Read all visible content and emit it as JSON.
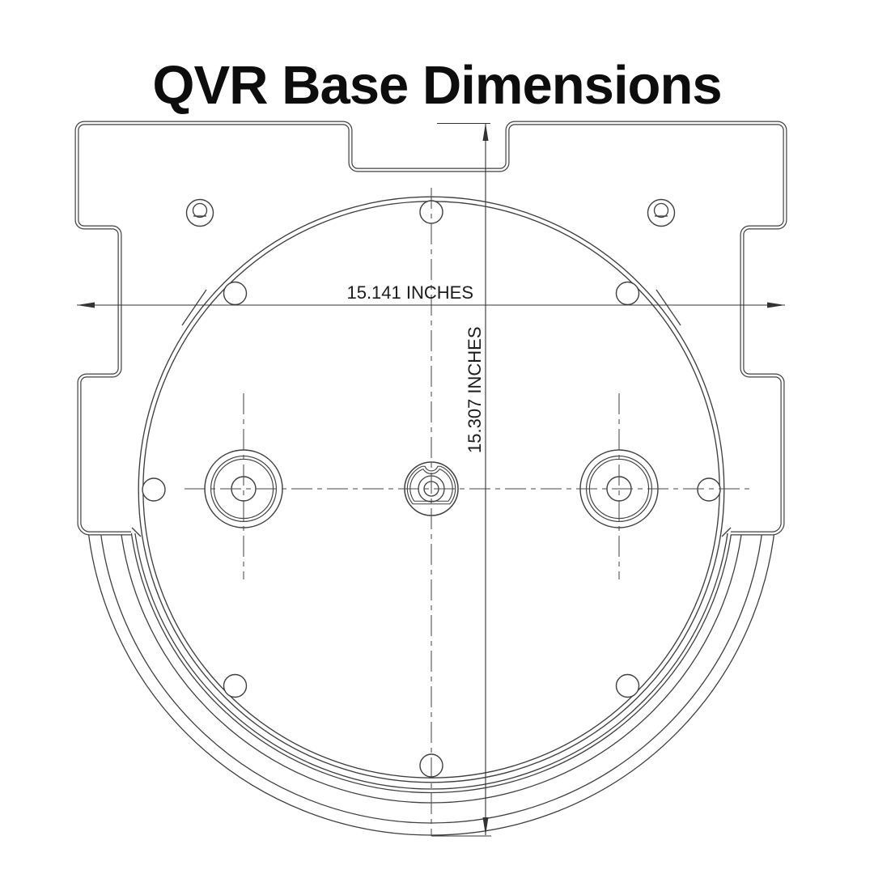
{
  "title": "QVR Base Dimensions",
  "drawing": {
    "type": "technical-drawing",
    "units": "INCHES",
    "part": "QVR Base"
  },
  "dimensions": {
    "width": {
      "label": "15.141 INCHES",
      "value_inches": 15.141,
      "orientation": "horizontal"
    },
    "height": {
      "label": "15.307 INCHES",
      "value_inches": 15.307,
      "orientation": "vertical"
    }
  },
  "features": {
    "bolt_hole_count": 8,
    "boss_count": 2,
    "pocket_hole_count": 2,
    "has_center_hub": true,
    "has_top_notch": true
  },
  "colors": {
    "background": "#ffffff",
    "line": "#3f3f3f",
    "text": "#1c1c1c"
  }
}
